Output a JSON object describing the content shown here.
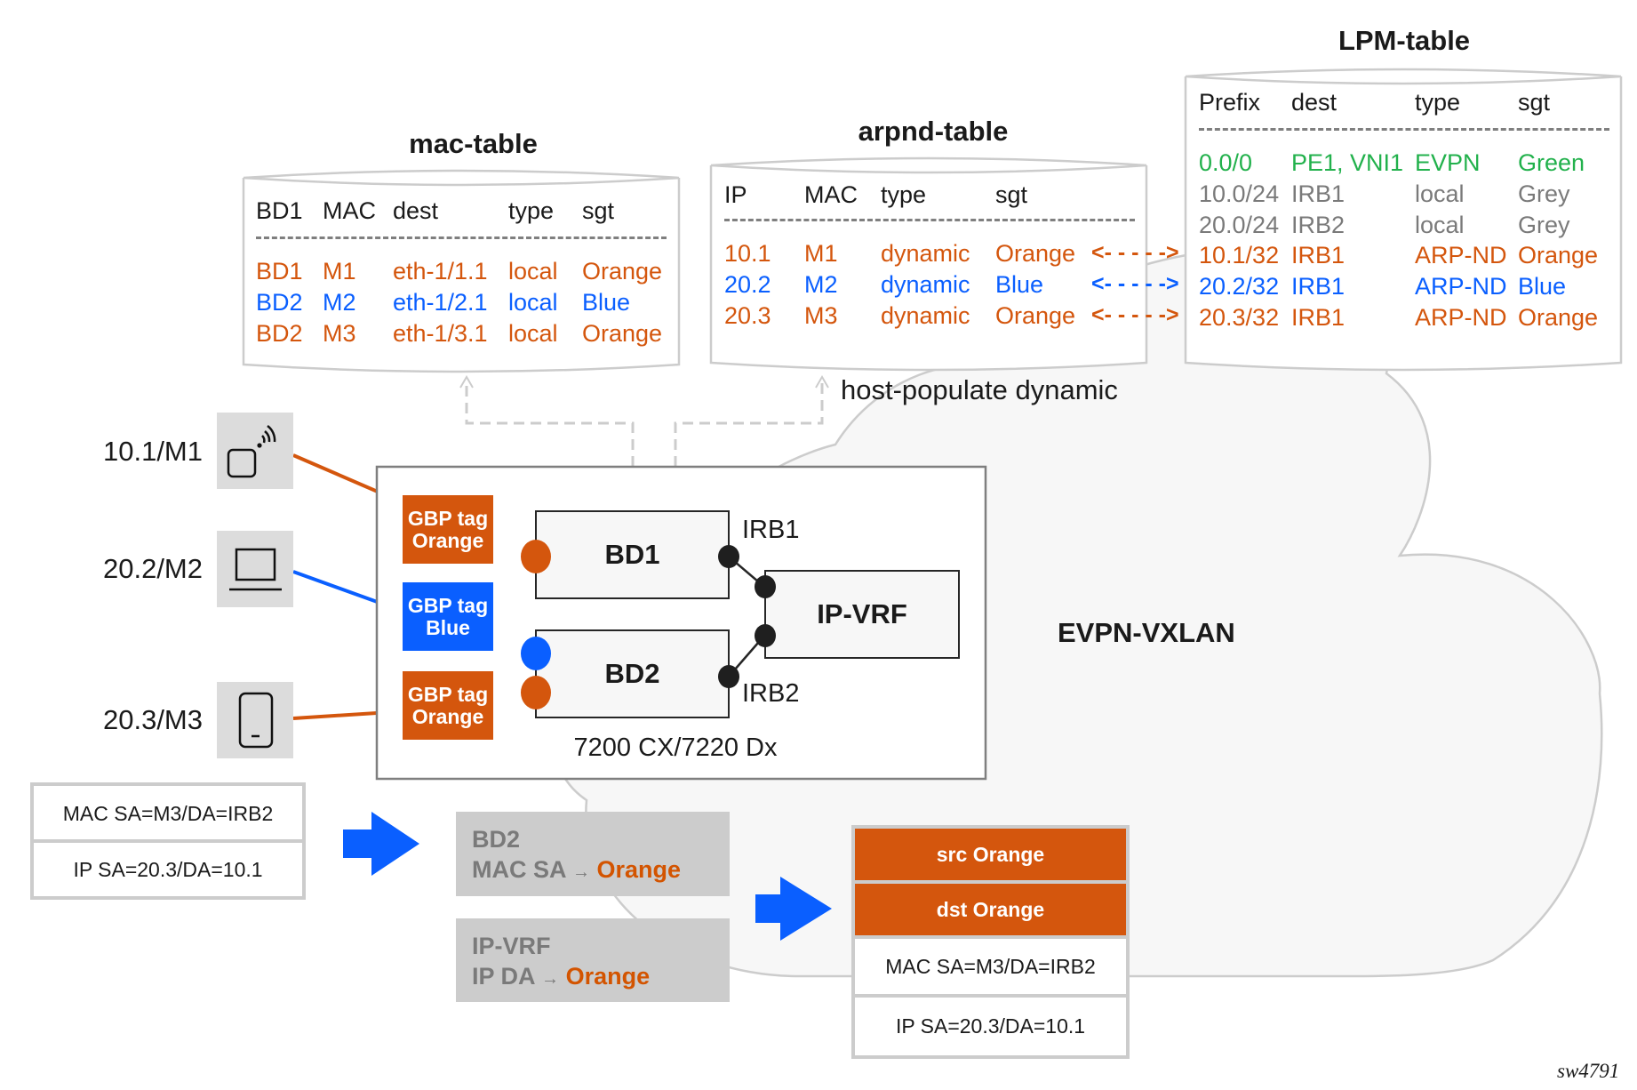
{
  "colors": {
    "orange": "#d4560d",
    "blue": "#0a5fff",
    "green": "#22b14c",
    "grey": "#7a7a7a",
    "dark": "#1a1a1a",
    "cloud_fill": "#f7f7f7",
    "cloud_stroke": "#cccccc",
    "tag_grey": "#cccccc"
  },
  "mac_table": {
    "title": "mac-table",
    "headers": [
      "BD1",
      "MAC",
      "dest",
      "type",
      "sgt"
    ],
    "rows": [
      {
        "color": "orange",
        "cells": [
          "BD1",
          "M1",
          "eth-1/1.1",
          "local",
          "Orange"
        ]
      },
      {
        "color": "blue",
        "cells": [
          "BD2",
          "M2",
          "eth-1/2.1",
          "local",
          "Blue"
        ]
      },
      {
        "color": "orange",
        "cells": [
          "BD2",
          "M3",
          "eth-1/3.1",
          "local",
          "Orange"
        ]
      }
    ]
  },
  "arpnd_table": {
    "title": "arpnd-table",
    "headers": [
      "IP",
      "MAC",
      "type",
      "sgt"
    ],
    "rows": [
      {
        "color": "orange",
        "cells": [
          "10.1",
          "M1",
          "dynamic",
          "Orange"
        ]
      },
      {
        "color": "blue",
        "cells": [
          "20.2",
          "M2",
          "dynamic",
          "Blue"
        ]
      },
      {
        "color": "orange",
        "cells": [
          "20.3",
          "M3",
          "dynamic",
          "Orange"
        ]
      }
    ]
  },
  "lpm_table": {
    "title": "LPM-table",
    "headers": [
      "Prefix",
      "dest",
      "type",
      "sgt"
    ],
    "rows": [
      {
        "color": "green",
        "cells": [
          "0.0/0",
          "PE1, VNI1",
          "EVPN",
          "Green"
        ]
      },
      {
        "color": "grey",
        "cells": [
          "10.0/24",
          "IRB1",
          "local",
          "Grey"
        ]
      },
      {
        "color": "grey",
        "cells": [
          "20.0/24",
          "IRB2",
          "local",
          "Grey"
        ]
      },
      {
        "color": "orange",
        "cells": [
          "10.1/32",
          "IRB1",
          "ARP-ND",
          "Orange"
        ]
      },
      {
        "color": "blue",
        "cells": [
          "20.2/32",
          "IRB1",
          "ARP-ND",
          "Blue"
        ]
      },
      {
        "color": "orange",
        "cells": [
          "20.3/32",
          "IRB1",
          "ARP-ND",
          "Orange"
        ]
      }
    ]
  },
  "sync_arrows": [
    "orange",
    "blue",
    "orange"
  ],
  "host_populate_label": "host-populate dynamic",
  "devices": [
    {
      "label": "10.1/M1",
      "icon": "iot-wireless-icon",
      "color": "orange"
    },
    {
      "label": "20.2/M2",
      "icon": "laptop-icon",
      "color": "blue"
    },
    {
      "label": "20.3/M3",
      "icon": "mobile-phone-icon",
      "color": "orange"
    }
  ],
  "gbp_tags": [
    {
      "line1": "GBP tag",
      "line2": "Orange",
      "color": "orange"
    },
    {
      "line1": "GBP tag",
      "line2": "Blue",
      "color": "blue"
    },
    {
      "line1": "GBP tag",
      "line2": "Orange",
      "color": "orange"
    }
  ],
  "router": {
    "model_label": "7200 CX/7220 Dx",
    "bd1": "BD1",
    "bd2": "BD2",
    "ip_vrf": "IP-VRF",
    "irb1": "IRB1",
    "irb2": "IRB2"
  },
  "cloud_label": "EVPN-VXLAN",
  "input_packet": {
    "mac": "MAC SA=M3/DA=IRB2",
    "ip": "IP SA=20.3/DA=10.1"
  },
  "lookups": [
    {
      "title": "BD2",
      "prefix": "MAC SA",
      "arrow": "→",
      "result": "Orange"
    },
    {
      "title": "IP-VRF",
      "prefix": "IP DA",
      "arrow": "→",
      "result": "Orange"
    }
  ],
  "output_packet": {
    "src": "src Orange",
    "dst": "dst Orange",
    "mac": "MAC SA=M3/DA=IRB2",
    "ip": "IP SA=20.3/DA=10.1"
  },
  "figure_id": "sw4791"
}
